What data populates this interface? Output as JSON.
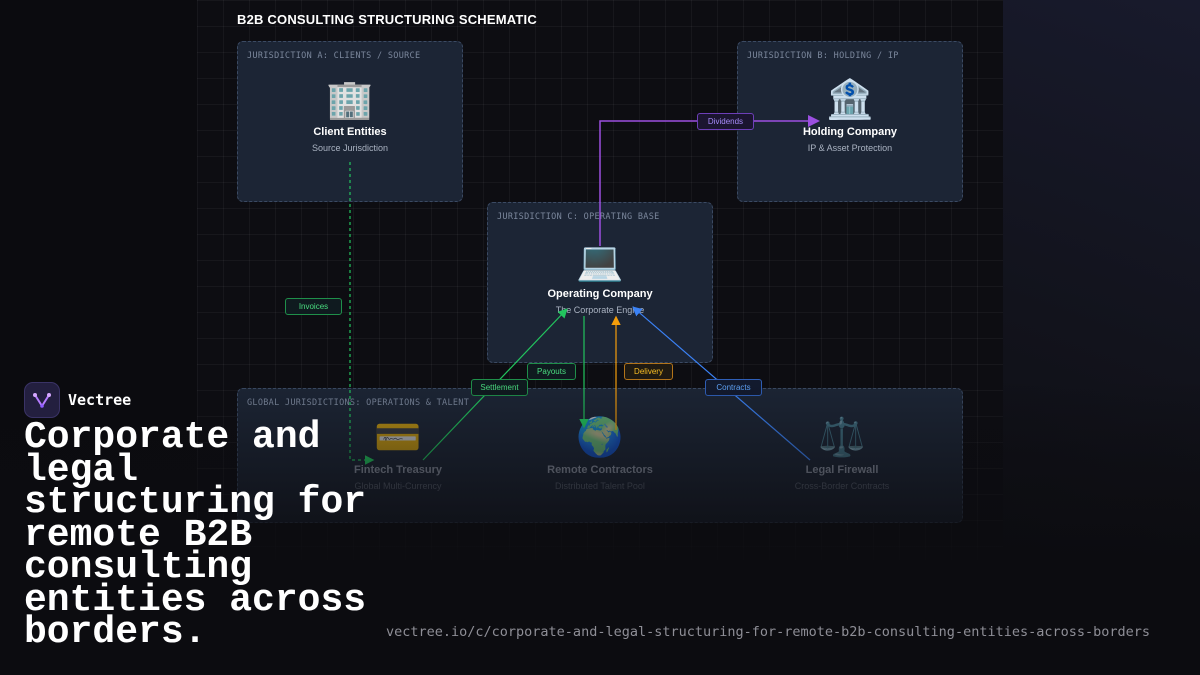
{
  "diagram": {
    "title": "B2B CONSULTING STRUCTURING SCHEMATIC",
    "zones": {
      "a": "JURISDICTION A: CLIENTS / SOURCE",
      "b": "JURISDICTION B: HOLDING / IP",
      "c": "JURISDICTION C: OPERATING BASE",
      "global": "GLOBAL JURISDICTIONS: OPERATIONS & TALENT"
    },
    "nodes": {
      "client": {
        "icon": "🏢",
        "title": "Client Entities",
        "subtitle": "Source Jurisdiction"
      },
      "holding": {
        "icon": "🏦",
        "title": "Holding Company",
        "subtitle": "IP & Asset Protection"
      },
      "operating": {
        "icon": "💻",
        "title": "Operating Company",
        "subtitle": "The Corporate Engine"
      },
      "fintech": {
        "icon": "💳",
        "title": "Fintech Treasury",
        "subtitle": "Global Multi-Currency"
      },
      "contractors": {
        "icon": "🌍",
        "title": "Remote Contractors",
        "subtitle": "Distributed Talent Pool"
      },
      "legal": {
        "icon": "⚖️",
        "title": "Legal Firewall",
        "subtitle": "Cross-Border Contracts"
      }
    },
    "flows": {
      "dividends": "Dividends",
      "invoices": "Invoices",
      "settlement": "Settlement",
      "payouts": "Payouts",
      "delivery": "Delivery",
      "contracts": "Contracts"
    },
    "colors": {
      "dividends": "#9b4fe0",
      "invoices": "#22c55e",
      "settlement": "#22c55e",
      "payouts": "#22c55e",
      "delivery": "#f59e0b",
      "contracts": "#3b82f6"
    }
  },
  "brand": {
    "name": "Vectree",
    "logo_icon": "vectree-logo-icon"
  },
  "headline": "Corporate and legal structuring for remote B2B consulting entities across borders.",
  "url": "vectree.io/c/corporate-and-legal-structuring-for-remote-b2b-consulting-entities-across-borders"
}
